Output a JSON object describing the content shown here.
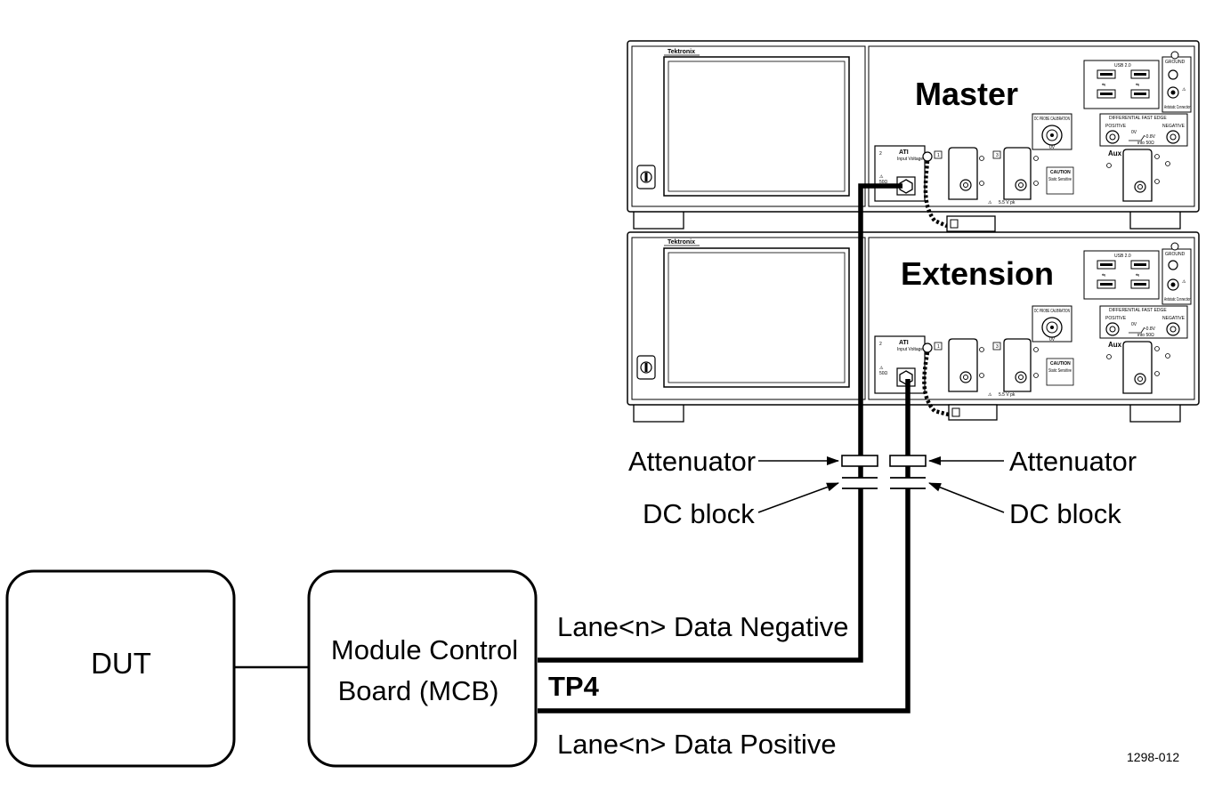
{
  "blocks": {
    "dut": "DUT",
    "mcb_line1": "Module Control",
    "mcb_line2": "Board (MCB)"
  },
  "signals": {
    "negative": "Lane<n> Data Negative",
    "positive": "Lane<n> Data Positive",
    "test_point": "TP4"
  },
  "callouts": {
    "attenuator_left": "Attenuator",
    "attenuator_right": "Attenuator",
    "dc_block_left": "DC block",
    "dc_block_right": "DC block"
  },
  "instruments": [
    {
      "name": "Master",
      "brand": "Tektronix",
      "usb": "USB 2.0",
      "ground": "GROUND",
      "antistatic": "Antistatic Connection",
      "dc_probe_cal": "DC PROBE CALIBRATION",
      "diff_fast_edge": "DIFFERENTIAL FAST EDGE",
      "positive": "POSITIVE",
      "negative": "NEGATIVE",
      "aux_in": "Aux In",
      "ch_1": "1",
      "ch_2": "2",
      "ch_3": "3",
      "ati": "ATI",
      "caution": "CAUTION",
      "fifty_ohm": "50Ω",
      "ati_note": "Input Voltage",
      "caution_note": "Static Sensitive",
      "cal_voltage": "0V",
      "fast_edge_voltage": "-0.8V",
      "fast_edge_load": "into 50Ω",
      "input_rating": "5.5 V pk"
    },
    {
      "name": "Extension",
      "brand": "Tektronix",
      "usb": "USB 2.0",
      "ground": "GROUND",
      "antistatic": "Antistatic Connection",
      "dc_probe_cal": "DC PROBE CALIBRATION",
      "diff_fast_edge": "DIFFERENTIAL FAST EDGE",
      "positive": "POSITIVE",
      "negative": "NEGATIVE",
      "aux_in": "Aux In",
      "ch_1": "1",
      "ch_2": "2",
      "ch_3": "3",
      "ati": "ATI",
      "caution": "CAUTION",
      "fifty_ohm": "50Ω",
      "ati_note": "Input Voltage",
      "caution_note": "Static Sensitive",
      "cal_voltage": "0V",
      "fast_edge_voltage": "-0.8V",
      "fast_edge_load": "into 50Ω",
      "input_rating": "5.5 V pk"
    }
  ],
  "figure_number": "1298-012"
}
